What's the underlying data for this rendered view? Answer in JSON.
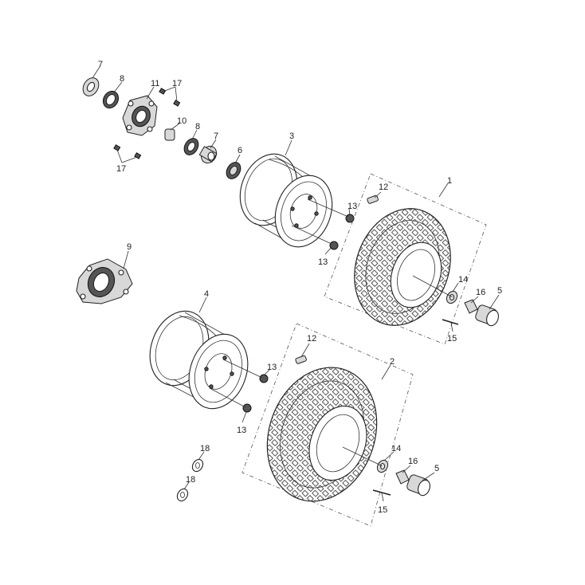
{
  "diagram": {
    "labels": [
      {
        "id": "c7a",
        "text": "7"
      },
      {
        "id": "c8a",
        "text": "8"
      },
      {
        "id": "c11",
        "text": "11"
      },
      {
        "id": "c17a",
        "text": "17"
      },
      {
        "id": "c10",
        "text": "10"
      },
      {
        "id": "c8b",
        "text": "8"
      },
      {
        "id": "c7b",
        "text": "7"
      },
      {
        "id": "c17b",
        "text": "17"
      },
      {
        "id": "c6",
        "text": "6"
      },
      {
        "id": "c3",
        "text": "3"
      },
      {
        "id": "c12a",
        "text": "12"
      },
      {
        "id": "c1",
        "text": "1"
      },
      {
        "id": "c13a",
        "text": "13"
      },
      {
        "id": "c13b",
        "text": "13"
      },
      {
        "id": "c9",
        "text": "9"
      },
      {
        "id": "c14a",
        "text": "14"
      },
      {
        "id": "c16a",
        "text": "16"
      },
      {
        "id": "c5a",
        "text": "5"
      },
      {
        "id": "c15a",
        "text": "15"
      },
      {
        "id": "c4",
        "text": "4"
      },
      {
        "id": "c12b",
        "text": "12"
      },
      {
        "id": "c2",
        "text": "2"
      },
      {
        "id": "c13c",
        "text": "13"
      },
      {
        "id": "c13d",
        "text": "13"
      },
      {
        "id": "c14b",
        "text": "14"
      },
      {
        "id": "c16b",
        "text": "16"
      },
      {
        "id": "c5b",
        "text": "5"
      },
      {
        "id": "c15b",
        "text": "15"
      },
      {
        "id": "c18a",
        "text": "18"
      },
      {
        "id": "c18b",
        "text": "18"
      }
    ]
  }
}
